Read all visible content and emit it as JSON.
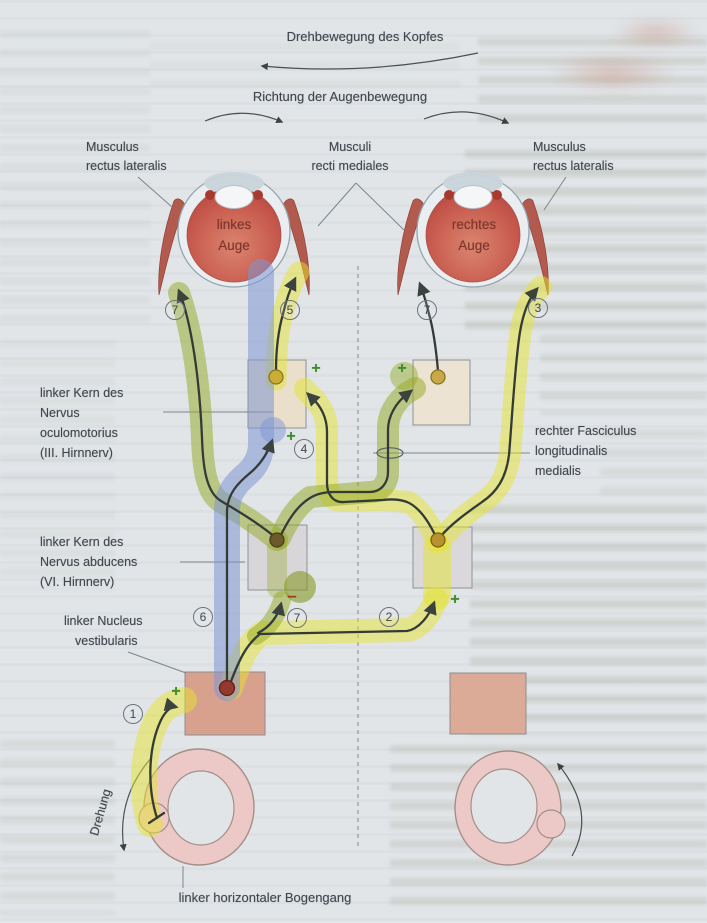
{
  "figure": {
    "top": {
      "head_rotation": "Drehbewegung des Kopfes",
      "eye_direction": "Richtung der Augenbewegung"
    },
    "muscles": {
      "left": [
        "Musculus",
        "rectus lateralis"
      ],
      "center": [
        "Musculi",
        "recti mediales"
      ],
      "right": [
        "Musculus",
        "rectus lateralis"
      ]
    },
    "eyes": {
      "left": [
        "linkes",
        "Auge"
      ],
      "right": [
        "rechtes",
        "Auge"
      ]
    },
    "nuclei": {
      "oculomotor": [
        "linker Kern des",
        "Nervus",
        "oculomotorius",
        "(III. Hirnnerv)"
      ],
      "flm": [
        "rechter Fasciculus",
        "longitudinalis",
        "medialis"
      ],
      "abducens": [
        "linker Kern des",
        "Nervus abducens",
        "(VI. Hirnnerv)"
      ],
      "vestibular": [
        "linker Nucleus",
        "vestibularis"
      ]
    },
    "bottom": {
      "rotation": "Drehung",
      "canal": "linker horizontaler Bogengang"
    },
    "markers": {
      "m1": "1",
      "m2": "2",
      "m3": "3",
      "m4": "4",
      "m5": "5",
      "m6": "6",
      "m7a": "7",
      "m7b": "7",
      "m7c": "7"
    },
    "signs": {
      "plus_vestibular": "+",
      "plus_oculomotor_bottom": "+",
      "plus_oculomotor_right_input": "+",
      "plus_oculomotor_left": "+",
      "plus_abducens_right": "+",
      "minus_abducens_left": "–"
    },
    "colors": {
      "excitatory_yellow": "#e6e32e",
      "inhibitory_green": "#93a81f",
      "ascending_blue": "#8095d4",
      "neural_line": "#343b37",
      "eye_red": "#c6564c",
      "muscle_red": "#b25a4e",
      "box_tan": "#e9dfca",
      "box_gray": "#d9d6da",
      "box_salmon": "#d8a18d",
      "canal_pink": "#ecc9c6"
    }
  }
}
